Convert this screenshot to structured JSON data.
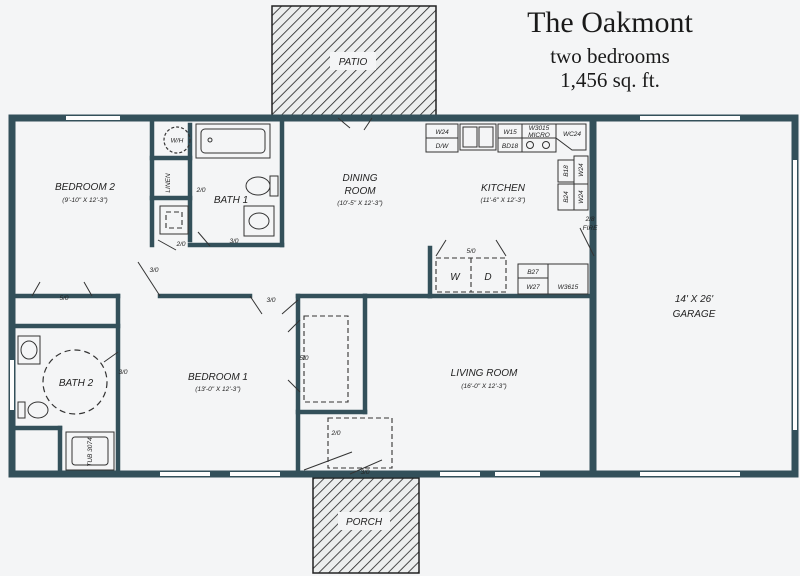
{
  "header": {
    "title": "The Oakmont",
    "subtitle": "two bedrooms",
    "area": "1,456 sq. ft."
  },
  "rooms": {
    "patio": "PATIO",
    "porch": "PORCH",
    "bedroom2": {
      "name": "BEDROOM 2",
      "dims": "(9'-10\" X 12'-3\")"
    },
    "bath1": "BATH 1",
    "linen": "LINEN",
    "water_heater": "W/H",
    "dining": {
      "name_line1": "DINING",
      "name_line2": "ROOM",
      "dims": "(10'-5\" X 12'-3\")"
    },
    "kitchen": {
      "name": "KITCHEN",
      "dims": "(11'-6\" X 12'-3\")"
    },
    "garage": {
      "dims": "14' X 26'",
      "name": "GARAGE"
    },
    "bedroom1": {
      "name": "BEDROOM 1",
      "dims": "(13'-0\" X 12'-3\")"
    },
    "bath2": "BATH 2",
    "living": {
      "name": "LIVING ROOM",
      "dims": "(16'-0\" X 12'-3\")"
    },
    "washer": "W",
    "dryer": "D"
  },
  "cabinets": {
    "w24_top": "W24",
    "dw": "D/W",
    "w15": "W15",
    "bd18": "BD18",
    "w3015": "W3015",
    "micro": "MICRO",
    "wc24": "WC24",
    "b18": "B18",
    "b24": "B24",
    "w24_right_a": "W24",
    "w24_right_b": "W24",
    "b27": "B27",
    "w27": "W27",
    "w3615": "W3615"
  },
  "doors": {
    "fire_line1": "2/8",
    "fire_line2": "FIRE",
    "linen_door": "2/0",
    "wh_door": "2/0",
    "bath1_door": "3/0",
    "bed2_door": "3/0",
    "bed2_closet": "5/0",
    "hall_door": "3/0",
    "laundry": "5/0",
    "bath2_door": "3/0",
    "bed1_closet": "5/0",
    "coat_closet": "2/0",
    "front_door": "3/0"
  },
  "fixtures": {
    "tub_tag": "TUB 3074"
  }
}
